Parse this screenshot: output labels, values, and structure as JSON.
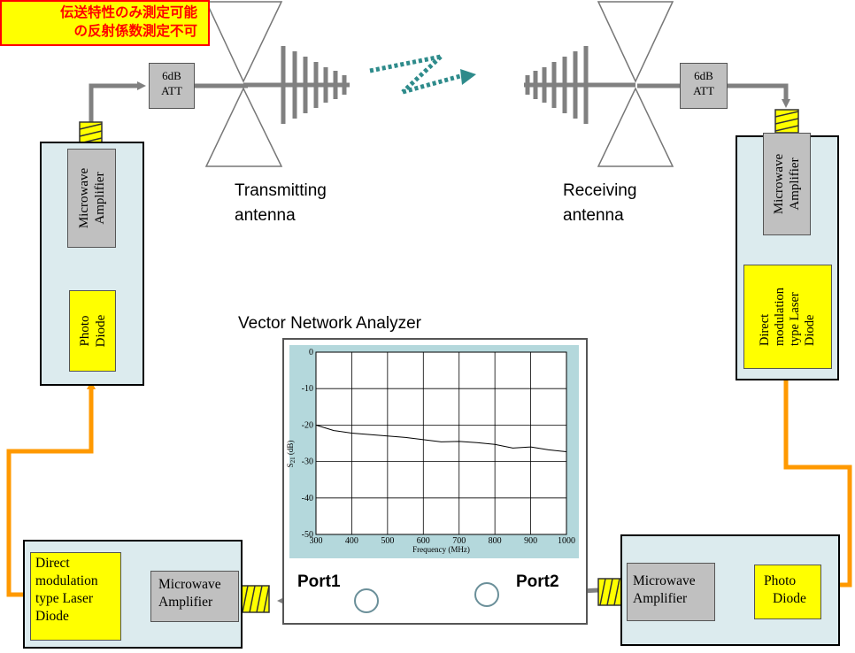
{
  "note": {
    "line1": "伝送特性のみ測定可能",
    "line2": "の反射係数測定不可"
  },
  "tx": {
    "att_line1": "6dB",
    "att_line2": "ATT",
    "amp_line1": "Microwave",
    "amp_line2": "Amplifier",
    "pd_line1": "Photo",
    "pd_line2": "Diode",
    "antenna_line1": "Transmitting",
    "antenna_line2": "antenna"
  },
  "rx": {
    "att_line1": "6dB",
    "att_line2": "ATT",
    "amp_line1": "Microwave",
    "amp_line2": "Amplifier",
    "ld_line1": "Direct",
    "ld_line2": "modulation",
    "ld_line3": "type Laser",
    "ld_line4": "Diode",
    "antenna_line1": "Receiving",
    "antenna_line2": "antenna"
  },
  "bottom_left": {
    "ld_line1": "Direct",
    "ld_line2": "modulation",
    "ld_line3": "type Laser",
    "ld_line4": "Diode",
    "amp_line1": "Microwave",
    "amp_line2": "Amplifier"
  },
  "bottom_right": {
    "amp_line1": "Microwave",
    "amp_line2": "Amplifier",
    "pd_line1": "Photo",
    "pd_line2": "Diode"
  },
  "vna": {
    "title": "Vector Network Analyzer",
    "port1": "Port1",
    "port2": "Port2",
    "ylabel_main": "S",
    "ylabel_sub": "21",
    "ylabel_unit": " (dB)",
    "xlabel": "Frequency (MHz)"
  },
  "colors": {
    "rf_path": "#808080",
    "optical_path": "#ff9900",
    "enclosure": "#dcebee",
    "screen": "#b4d8dc",
    "wave": "#2e8b8b",
    "note_bg": "#ffff00",
    "note_text": "#ff0000"
  },
  "chart_data": {
    "type": "line",
    "x": [
      300,
      350,
      400,
      450,
      500,
      550,
      600,
      650,
      700,
      750,
      800,
      850,
      900,
      950,
      1000
    ],
    "series": [
      {
        "values": [
          -20.0,
          -21.5,
          -22.2,
          -22.6,
          -23.0,
          -23.4,
          -24.0,
          -24.6,
          -24.5,
          -24.8,
          -25.3,
          -26.3,
          -26.0,
          -26.8,
          -27.3
        ]
      }
    ],
    "xlabel": "Frequency (MHz)",
    "ylabel": "S21 (dB)",
    "xlim": [
      300,
      1000
    ],
    "ylim": [
      -50,
      0
    ],
    "xticks": [
      "300",
      "400",
      "500",
      "600",
      "700",
      "800",
      "900",
      "1000"
    ],
    "yticks": [
      "0",
      "-10",
      "-20",
      "-30",
      "-40",
      "-50"
    ],
    "grid": true
  }
}
